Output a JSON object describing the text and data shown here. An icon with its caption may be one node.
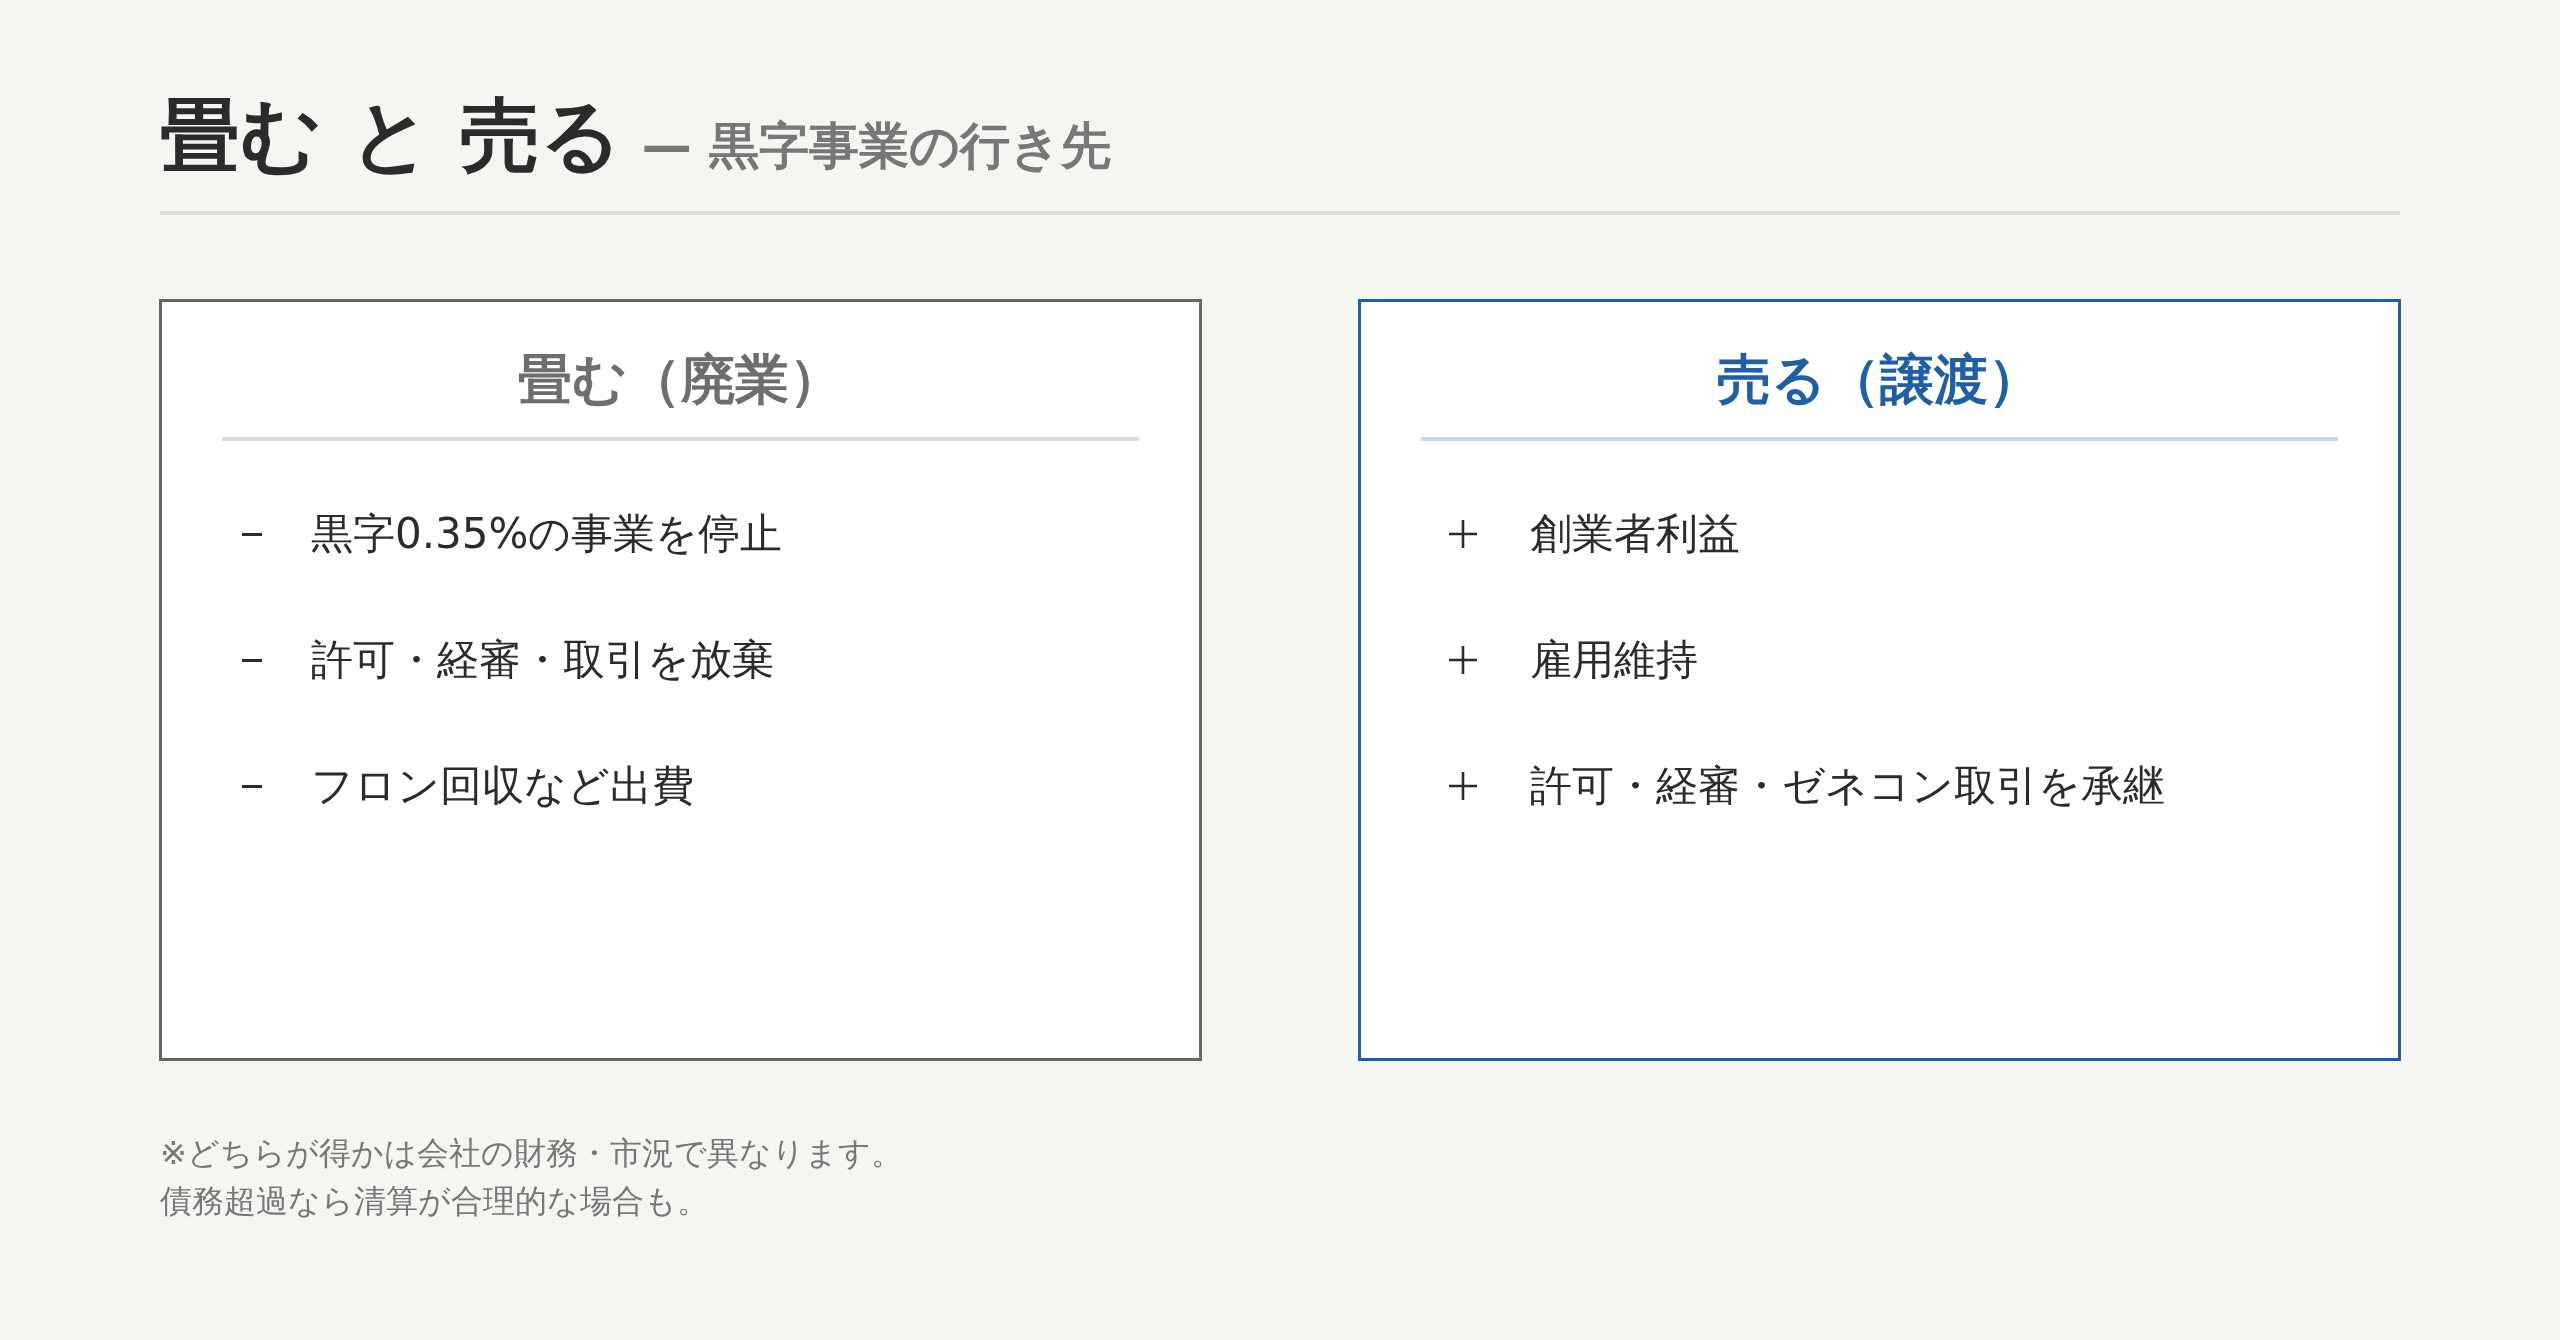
{
  "diagram": {
    "title": "畳む と 売る",
    "nodes": [
      {
        "text": [
          "畳む（廃業）",
          "黒字0.35%の事業を停止",
          "許可・経審・取引を放棄",
          "フロン回収など出費"
        ]
      },
      {
        "text": [
          "売る（譲渡）",
          "創業者利益",
          "雇用維持",
          "許可・経審・ゼネコン取引を承継"
        ]
      }
    ],
    "edges": [],
    "labels": [
      "— 黒字事業の行き先",
      "※どちらが得かは会社の財務・市況で異なります。",
      "債務超過なら清算が合理的な場合も。"
    ]
  }
}
